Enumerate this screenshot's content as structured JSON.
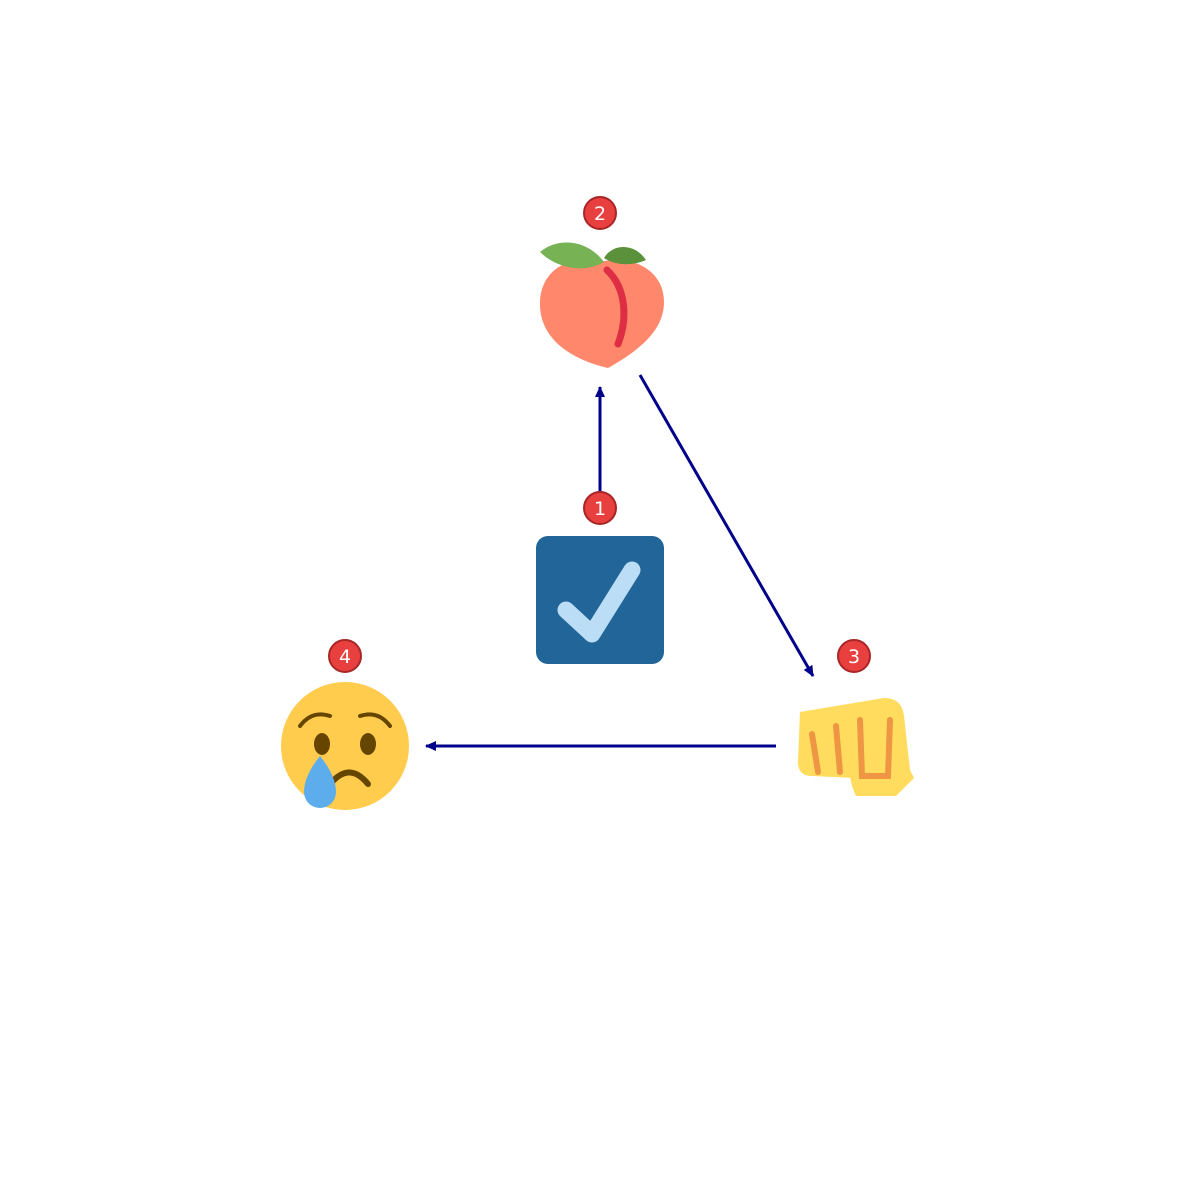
{
  "diagram": {
    "type": "emoji-sequence-flow",
    "colors": {
      "arrow": "#00008b",
      "badge_fill": "#e8403f",
      "badge_stroke": "#b32a2a",
      "badge_text": "#ffffff",
      "background": "#ffffff"
    },
    "nodes": [
      {
        "id": "n1",
        "step": "1",
        "icon": "ballot-box-with-check-icon"
      },
      {
        "id": "n2",
        "step": "2",
        "icon": "peach-icon"
      },
      {
        "id": "n3",
        "step": "3",
        "icon": "oncoming-fist-icon"
      },
      {
        "id": "n4",
        "step": "4",
        "icon": "crying-face-icon"
      }
    ],
    "edges": [
      {
        "from": "n1",
        "to": "n2"
      },
      {
        "from": "n2",
        "to": "n3"
      },
      {
        "from": "n3",
        "to": "n4"
      }
    ]
  }
}
